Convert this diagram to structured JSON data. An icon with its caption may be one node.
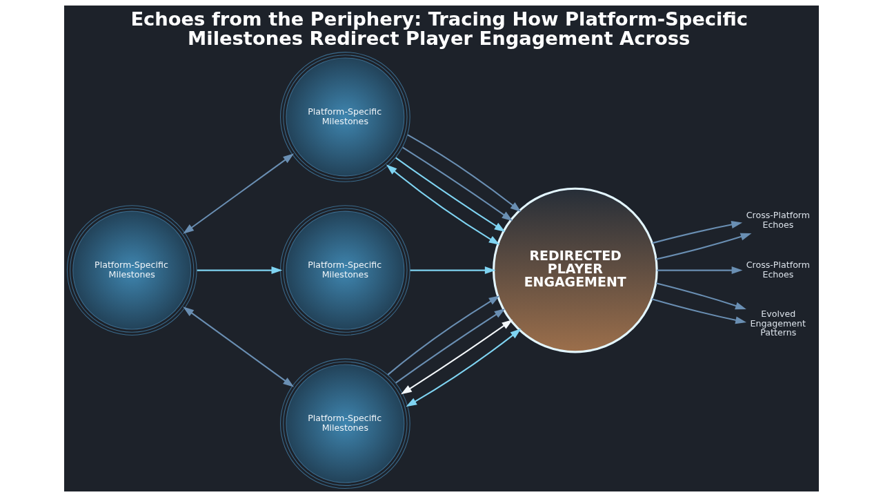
{
  "diagram": {
    "title": "Echoes from the Periphery: Tracing How Platform-Specific Milestones Redirect Player Engagement Across",
    "nodes": [
      {
        "text": [
          "Platform-Specific Milestones"
        ]
      },
      {
        "text": [
          "Platform-Specific Milestones"
        ]
      },
      {
        "text": [
          "Platform-Specific Milestones"
        ]
      },
      {
        "text": [
          "Platform-Specific Milestones"
        ]
      },
      {
        "text": [
          "REDIRECTED PLAYER ENGAGEMENT"
        ]
      },
      {
        "text": [
          "Cross-Platform Echoes"
        ]
      },
      {
        "text": [
          "Cross-Platform Echoes"
        ]
      },
      {
        "text": [
          "Evolved Engagement Patterns"
        ]
      }
    ],
    "edges": [
      {
        "from": 1,
        "to": 0,
        "arrow": "both"
      },
      {
        "from": 1,
        "to": 3,
        "arrow": "both"
      },
      {
        "from": 1,
        "to": 2,
        "arrow": "to",
        "color": "#7fd4f2"
      },
      {
        "from": 2,
        "to": 4,
        "arrow": "to",
        "color": "#7fd4f2"
      },
      {
        "from": 0,
        "to": 4,
        "arrow": "both",
        "color": "#7fd4f2"
      },
      {
        "from": 0,
        "to": 4,
        "arrow": "to",
        "color": "#7fd4f2"
      },
      {
        "from": 0,
        "to": 4,
        "arrow": "to"
      },
      {
        "from": 0,
        "to": 4,
        "arrow": "to"
      },
      {
        "from": 3,
        "to": 4,
        "arrow": "both",
        "color": "#7fd4f2"
      },
      {
        "from": 3,
        "to": 4,
        "arrow": "both",
        "color": "#f4f8fb"
      },
      {
        "from": 3,
        "to": 4,
        "arrow": "to"
      },
      {
        "from": 3,
        "to": 4,
        "arrow": "to"
      },
      {
        "from": 4,
        "to": 5,
        "arrow": "to"
      },
      {
        "from": 4,
        "to": 5,
        "arrow": "to"
      },
      {
        "from": 4,
        "to": 6,
        "arrow": "to"
      },
      {
        "from": 4,
        "to": 7,
        "arrow": "to"
      },
      {
        "from": 4,
        "to": 7,
        "arrow": "to"
      }
    ]
  }
}
